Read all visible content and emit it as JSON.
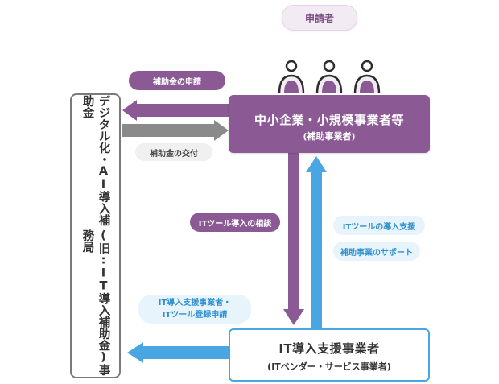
{
  "applicant": {
    "label": "申請者"
  },
  "sme": {
    "title": "中小企業・小規模事業者等",
    "subtitle": "(補助事業者)"
  },
  "office": {
    "line1": "デジタル化・AI導入補助金",
    "line2": "(旧:IT導入補助金)事務局"
  },
  "vendor": {
    "title": "IT導入支援事業者",
    "subtitle": "(ITベンダー・サービス事業者)"
  },
  "arrows": {
    "apply": "補助金の申請",
    "grant": "補助金の交付",
    "consult": "ITツール導入の相談",
    "support": "ITツールの導入支援",
    "project_support": "補助事業のサポート",
    "registration_line1": "IT導入支援事業者・",
    "registration_line2": "ITツール登録申請"
  },
  "colors": {
    "purple": "#8b5a94",
    "gray": "#8a8a8a",
    "blue": "#4aa6e3"
  }
}
